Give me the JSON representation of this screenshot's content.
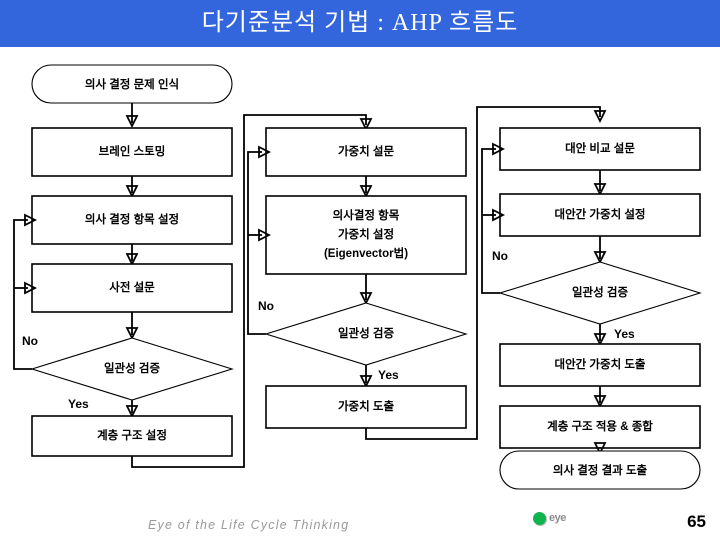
{
  "header": {
    "title": "다기준분석 기법 : AHP 흐름도",
    "banner_color": "#3366dd",
    "title_color": "#ffffff"
  },
  "flowchart": {
    "type": "flowchart",
    "columns": [
      {
        "name": "criteria-column",
        "nodes": [
          {
            "id": "n1",
            "shape": "terminator",
            "label": "의사 결정 문제 인식"
          },
          {
            "id": "n2",
            "shape": "process",
            "label": "브레인 스토밍"
          },
          {
            "id": "n3",
            "shape": "process",
            "label": "의사 결정 항목 설정"
          },
          {
            "id": "n4",
            "shape": "process",
            "label": "사전 설문"
          },
          {
            "id": "n5",
            "shape": "decision",
            "label": "일관성 검증"
          },
          {
            "id": "n6",
            "shape": "process",
            "label": "계층 구조 설정"
          }
        ]
      },
      {
        "name": "weight-column",
        "nodes": [
          {
            "id": "m1",
            "shape": "process",
            "label": "가중치 설문"
          },
          {
            "id": "m2",
            "shape": "process",
            "label_lines": [
              "의사결정 항목",
              "가중치 설정",
              "(Eigenvector법)"
            ]
          },
          {
            "id": "m3",
            "shape": "decision",
            "label": "일관성 검증"
          },
          {
            "id": "m4",
            "shape": "process",
            "label": "가중치 도출"
          }
        ]
      },
      {
        "name": "alternative-column",
        "nodes": [
          {
            "id": "r1",
            "shape": "process",
            "label": "대안 비교 설문"
          },
          {
            "id": "r2",
            "shape": "process",
            "label": "대안간 가중치 설정"
          },
          {
            "id": "r3",
            "shape": "decision",
            "label": "일관성 검증"
          },
          {
            "id": "r4",
            "shape": "process",
            "label": "대안간 가중치 도출"
          },
          {
            "id": "r5",
            "shape": "process",
            "label": "계층 구조 적용 & 종합"
          },
          {
            "id": "r6",
            "shape": "terminator",
            "label": "의사 결정 결과 도출"
          }
        ]
      }
    ],
    "edge_labels": {
      "left_no": "No",
      "left_yes": "Yes",
      "mid_no": "No",
      "mid_yes": "Yes",
      "right_no": "No",
      "right_yes": "Yes"
    }
  },
  "footer": {
    "note": "Eye of the Life Cycle Thinking",
    "page_number": "65",
    "logo_word": "eye",
    "logo_color": "#11b34f"
  }
}
